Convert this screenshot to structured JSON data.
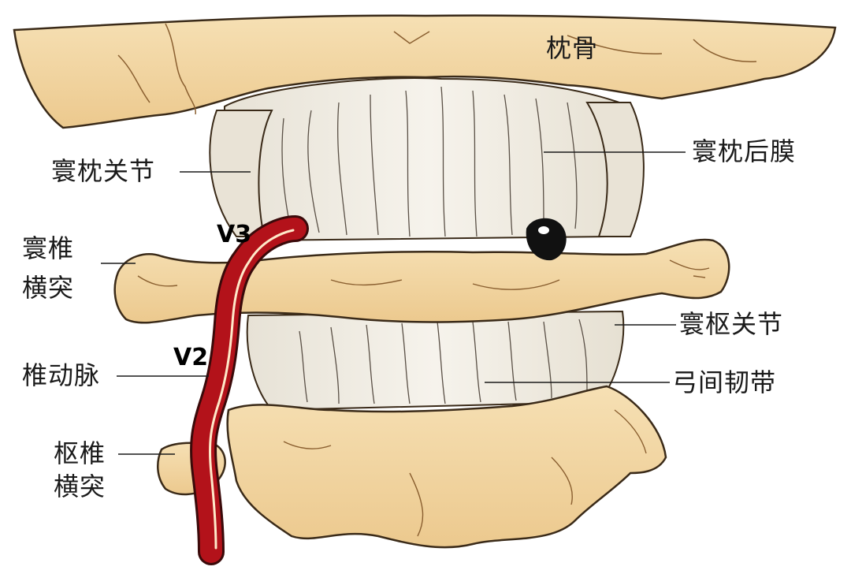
{
  "labels": {
    "occipital": "枕骨",
    "atlanto_occipital_joint": "寰枕关节",
    "posterior_atlanto_occipital_membrane": "寰枕后膜",
    "atlas_transverse_line1": "寰椎",
    "atlas_transverse_line2": "横突",
    "atlanto_axial_joint": "寰枢关节",
    "vertebral_artery": "椎动脉",
    "ligamentum_flavum": "弓间韧带",
    "axis_transverse_line1": "枢椎",
    "axis_transverse_line2": "横突",
    "v3": "V3",
    "v2": "V2"
  },
  "colors": {
    "bone": "#f2d7a4",
    "bone_shadow": "#b98a52",
    "ligament": "#f1ede4",
    "ligament_line": "#5a5046",
    "artery": "#b3121a",
    "artery_highlight": "#ffe9c9",
    "outline": "#3a2a18"
  }
}
